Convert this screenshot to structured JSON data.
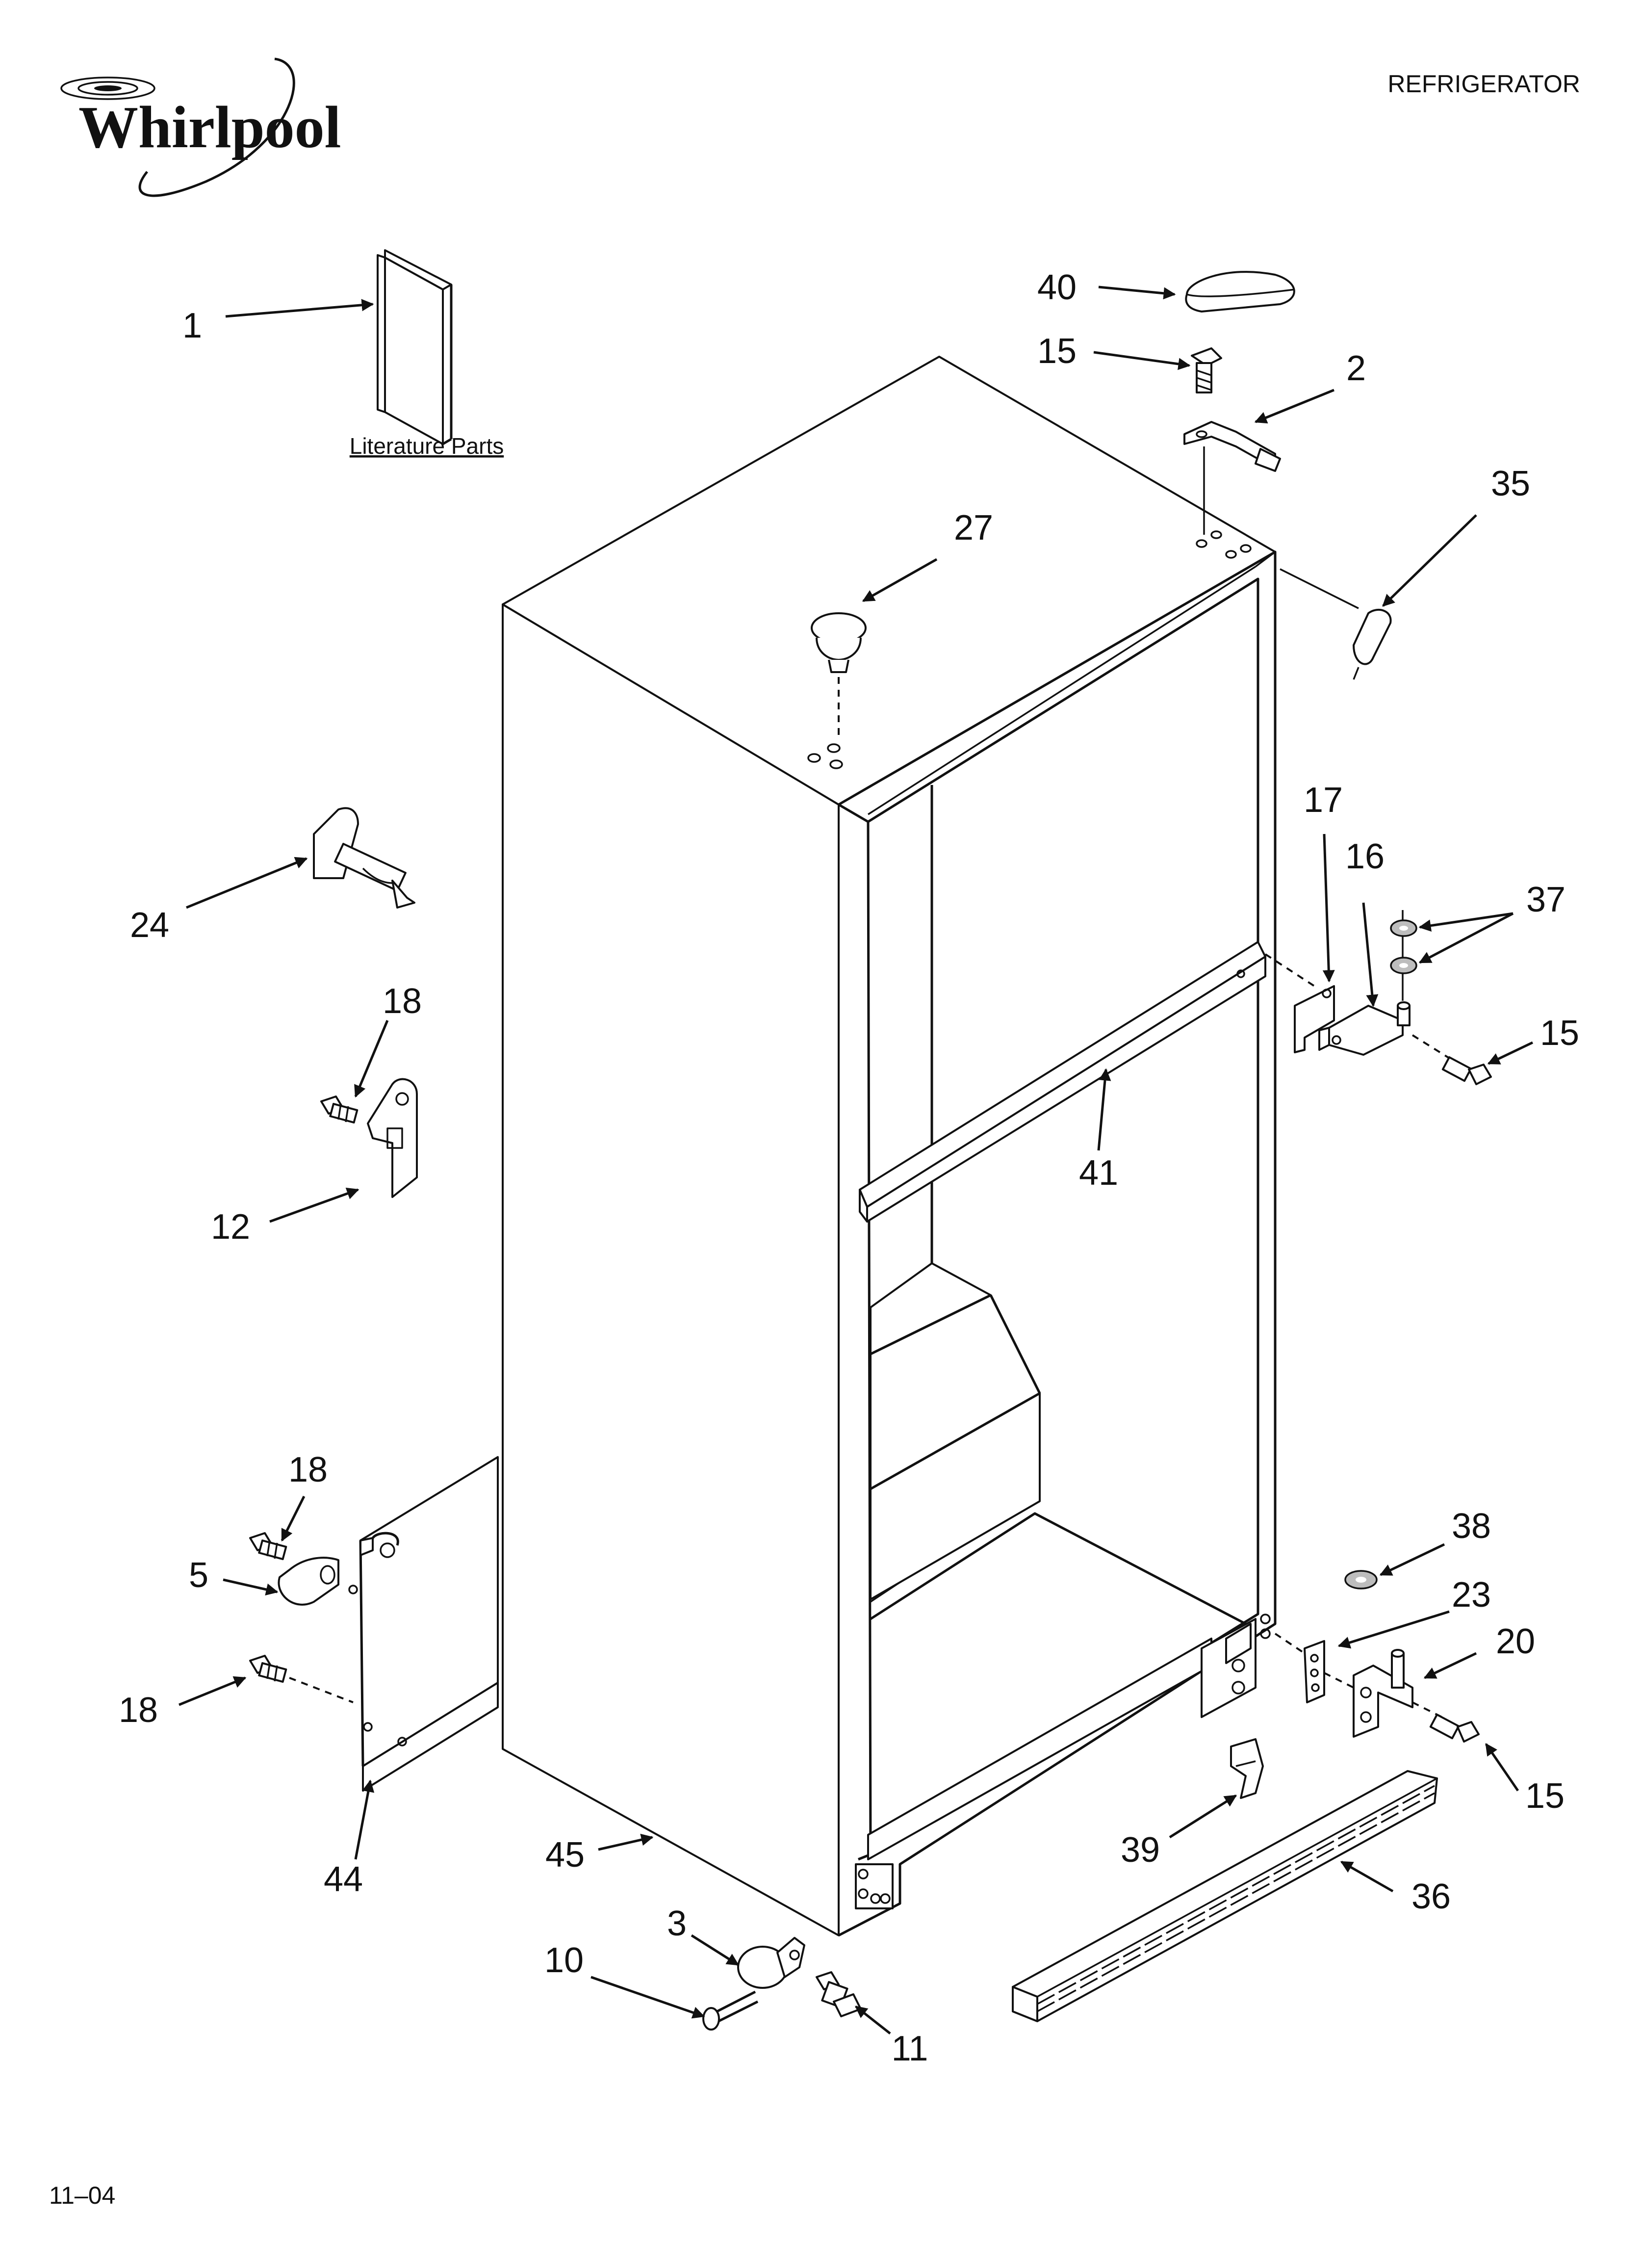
{
  "header": {
    "brand": "Whirlpool",
    "product_type": "REFRIGERATOR",
    "footer_date": "11–04"
  },
  "literature_label": "Literature Parts",
  "callouts": [
    {
      "id": "c1",
      "text": "1"
    },
    {
      "id": "c40",
      "text": "40"
    },
    {
      "id": "c15a",
      "text": "15"
    },
    {
      "id": "c2",
      "text": "2"
    },
    {
      "id": "c35",
      "text": "35"
    },
    {
      "id": "c27",
      "text": "27"
    },
    {
      "id": "c17",
      "text": "17"
    },
    {
      "id": "c16",
      "text": "16"
    },
    {
      "id": "c37",
      "text": "37"
    },
    {
      "id": "c15b",
      "text": "15"
    },
    {
      "id": "c24",
      "text": "24"
    },
    {
      "id": "c18a",
      "text": "18"
    },
    {
      "id": "c12",
      "text": "12"
    },
    {
      "id": "c41",
      "text": "41"
    },
    {
      "id": "c18b",
      "text": "18"
    },
    {
      "id": "c5",
      "text": "5"
    },
    {
      "id": "c18c",
      "text": "18"
    },
    {
      "id": "c44",
      "text": "44"
    },
    {
      "id": "c38",
      "text": "38"
    },
    {
      "id": "c23",
      "text": "23"
    },
    {
      "id": "c20",
      "text": "20"
    },
    {
      "id": "c15c",
      "text": "15"
    },
    {
      "id": "c39",
      "text": "39"
    },
    {
      "id": "c36",
      "text": "36"
    },
    {
      "id": "c45",
      "text": "45"
    },
    {
      "id": "c3",
      "text": "3"
    },
    {
      "id": "c10",
      "text": "10"
    },
    {
      "id": "c11",
      "text": "11"
    }
  ]
}
